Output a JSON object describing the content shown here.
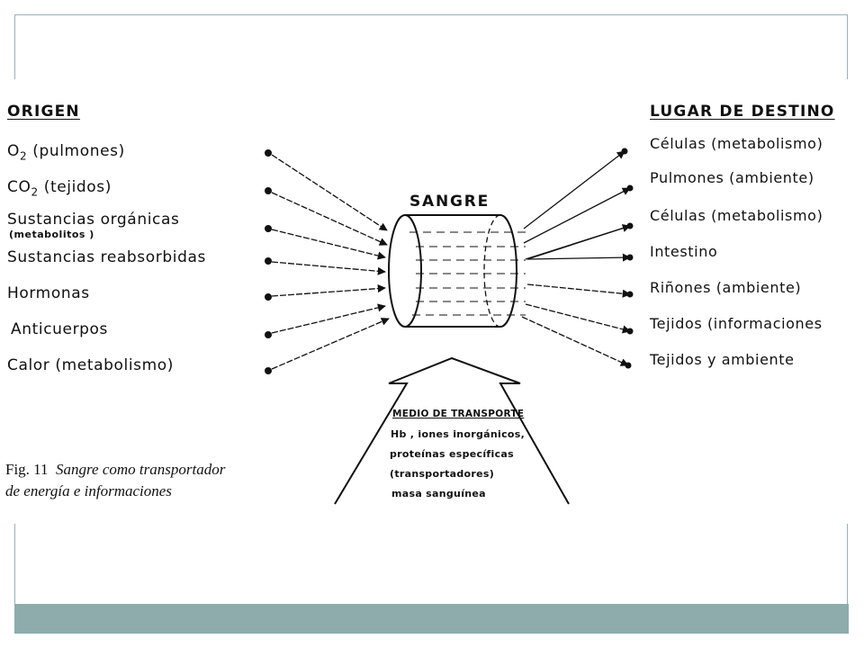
{
  "origin": {
    "header": "ORIGEN",
    "items": [
      {
        "main": "O",
        "sub": "2",
        "rest": " (pulmones)"
      },
      {
        "main": "CO",
        "sub": "2",
        "rest": " (tejidos)"
      },
      {
        "main": "Sustancias orgánicas",
        "note": "(metabolitos )"
      },
      {
        "main": "Sustancias reabsorbidas"
      },
      {
        "main": "Hormonas"
      },
      {
        "main": "Anticuerpos"
      },
      {
        "main": "Calor (metabolismo)"
      }
    ]
  },
  "destination": {
    "header": "LUGAR DE DESTINO",
    "items": [
      "Células (metabolismo)",
      "Pulmones (ambiente)",
      "Células (metabolismo)",
      "Intestino",
      "Riñones (ambiente)",
      "Tejidos (informaciones",
      "Tejidos y ambiente"
    ]
  },
  "center": {
    "title": "SANGRE"
  },
  "transport": {
    "title": "MEDIO DE TRANSPORTE",
    "lines": [
      "Hb , iones inorgánicos,",
      "proteínas específicas",
      "(transportadores)",
      "masa sanguínea"
    ]
  },
  "caption": {
    "label": "Fig. 11",
    "line1": "Sangre como transportador",
    "line2": "de energía e informaciones"
  },
  "colors": {
    "footer": "#8eacac",
    "frame": "#9bb0b6",
    "ink": "#111111"
  }
}
